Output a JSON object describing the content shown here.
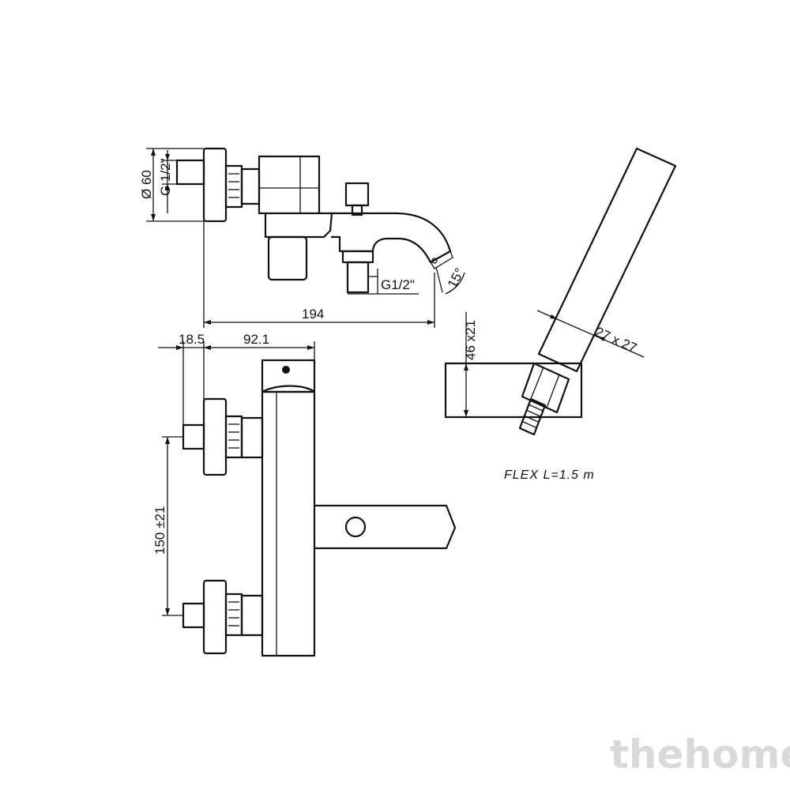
{
  "dimensions": {
    "diameter": "Ø 60",
    "inlet_thread": "G 1/2\"",
    "outlet_thread": "G1/2\"",
    "angle": "15°",
    "total_depth": "194",
    "wall_offset": "18.5",
    "body_depth": "92.1",
    "center_distance": "150 ±21",
    "holder_height": "46 x21",
    "handle_section": "27 x 27"
  },
  "note": "FLEX L=1.5 m",
  "watermark": "thehome"
}
